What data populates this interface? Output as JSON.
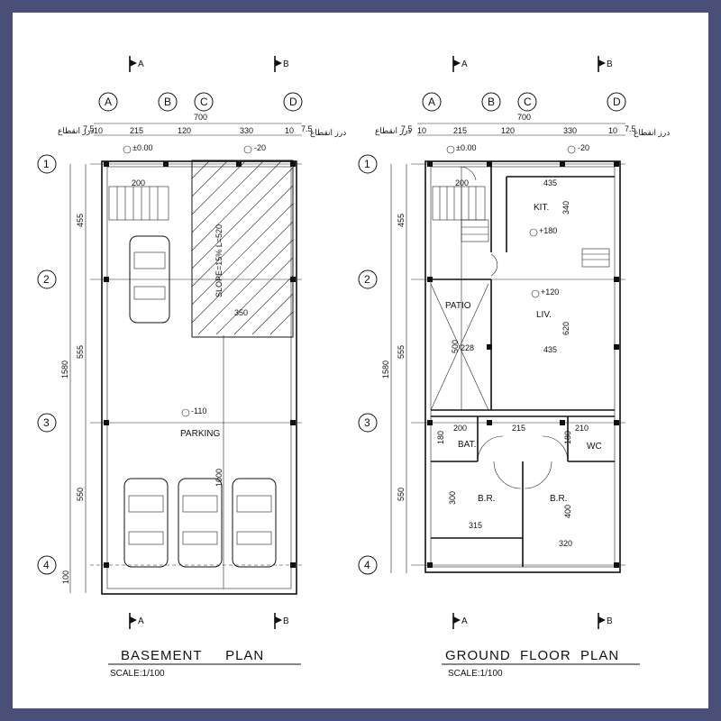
{
  "plans": [
    {
      "title": "BASEMENT     PLAN",
      "scale": "SCALE:1/100",
      "room_labels": {
        "parking": "PARKING"
      },
      "levels": {
        "entry": "±0.00",
        "ramp_top": "-20",
        "parking": "-110"
      },
      "ramp_label": "SLOPE=15% L=520",
      "interior_dims": {
        "stair": "200",
        "ramp_width": "350",
        "parking_length": "1000"
      }
    },
    {
      "title": "GROUND  FLOOR  PLAN",
      "scale": "SCALE:1/100",
      "room_labels": {
        "kitchen": "KIT.",
        "living": "LIV.",
        "patio": "PATIO",
        "bath": "BAT.",
        "wc": "WC",
        "bedroom1": "B.R.",
        "bedroom2": "B.R."
      },
      "levels": {
        "entry": "±0.00",
        "ramp_top": "-20",
        "kitchen": "+180",
        "living": "+120"
      },
      "interior_dims": {
        "stair": "200",
        "kit_width": "435",
        "kit_depth": "340",
        "liv_width": "435",
        "liv_depth": "620",
        "patio_depth": "500",
        "patio_width": "228",
        "bat_width": "200",
        "hall_width": "215",
        "wc_width": "210",
        "bat_depth": "180",
        "wc_depth": "180",
        "br1_depth": "300",
        "br1_width": "315",
        "br2_depth": "400",
        "br2_width": "320"
      }
    }
  ],
  "grid": {
    "columns": [
      "A",
      "B",
      "C",
      "D"
    ],
    "rows": [
      "1",
      "2",
      "3",
      "4"
    ],
    "column_dims": [
      "10",
      "215",
      "120",
      "330",
      "10"
    ],
    "overall_width": "700",
    "side_note": "7.5",
    "arabic_note": "درز انقطاع",
    "row_dims": [
      "455",
      "555",
      "550",
      "100"
    ],
    "overall_length": "1580"
  },
  "section_marks": [
    "A",
    "B"
  ]
}
